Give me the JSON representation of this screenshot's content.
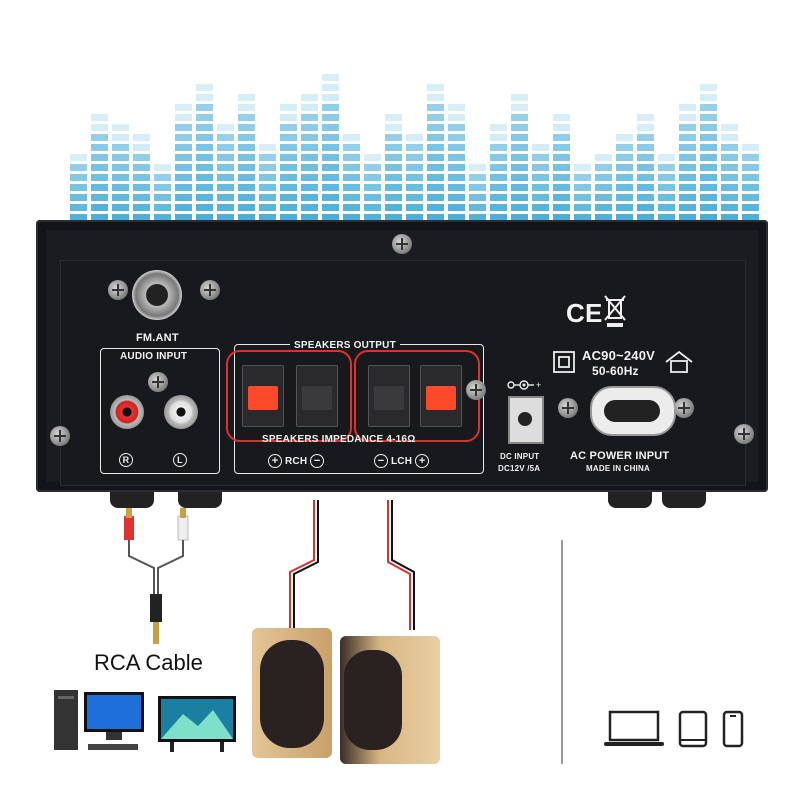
{
  "panel": {
    "fm_ant": "FM.ANT",
    "audio_input": "AUDIO INPUT",
    "rca_left_label": "R",
    "rca_right_label": "L",
    "speakers_output": "SPEAKERS OUTPUT",
    "speakers_impedance": "SPEAKERS IMPEDANCE 4-16Ω",
    "rch": "RCH",
    "lch": "LCH",
    "dc_input_title": "DC INPUT",
    "dc_input_spec": "DC12V /5A",
    "ce_mark": "CE",
    "ac_voltage": "AC90~240V",
    "ac_freq": "50-60Hz",
    "ac_power_input": "AC POWER INPUT",
    "made_in": "MADE IN CHINA"
  },
  "caption": {
    "rca_cable": "RCA Cable"
  },
  "colors": {
    "highlight": "#e0302d",
    "eq_light": "#a9dbee",
    "eq_dark": "#3aa7d6",
    "speaker_wood": "#c9a06a"
  },
  "icons": [
    "screw-icon",
    "ce-mark-icon",
    "weee-bin-icon",
    "double-insulation-icon",
    "indoor-use-icon",
    "dc-polarity-icon",
    "desktop-pc-icon",
    "tv-icon",
    "laptop-icon",
    "tablet-icon",
    "phone-icon"
  ]
}
